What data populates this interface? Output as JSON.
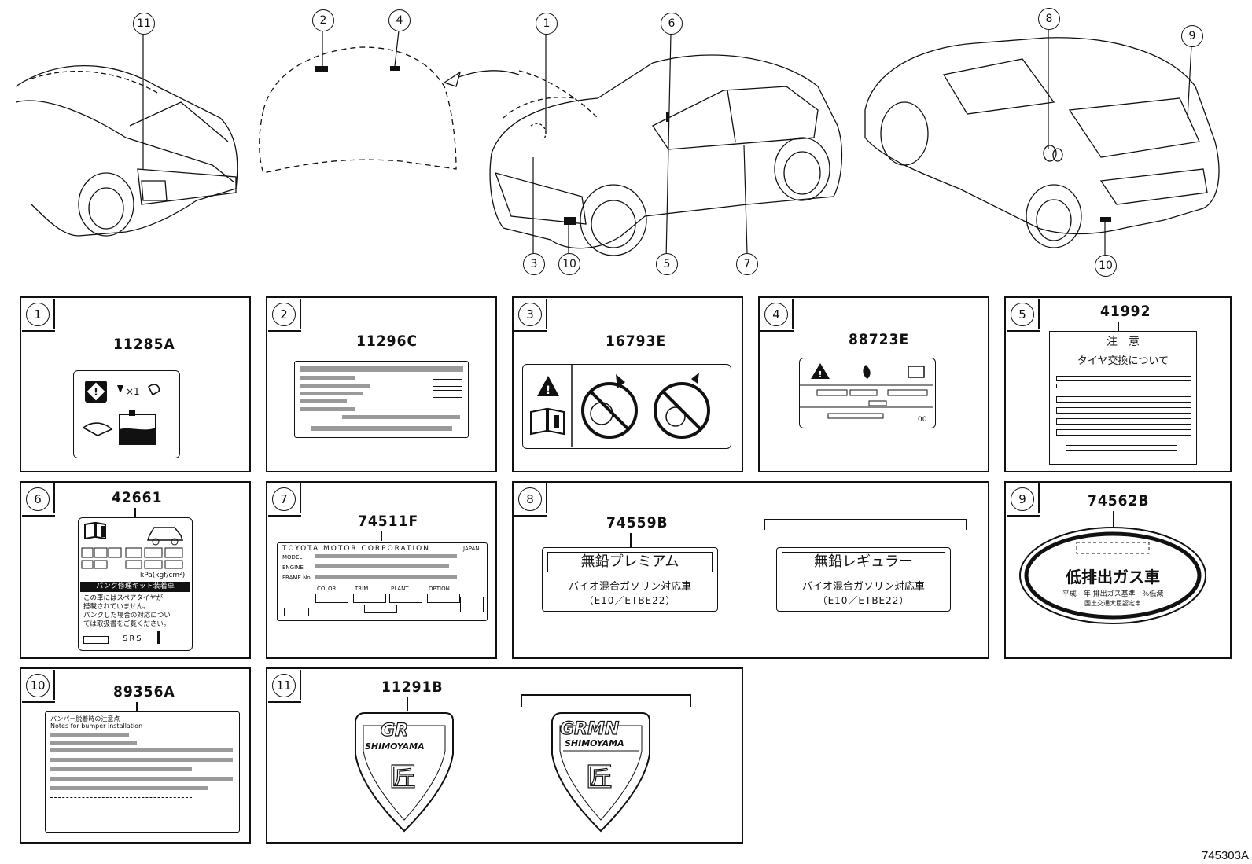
{
  "callouts_top": [
    "11",
    "2",
    "4",
    "1",
    "6",
    "3",
    "10",
    "5",
    "7",
    "8",
    "9",
    "10"
  ],
  "panels": {
    "p1": {
      "num": "1",
      "part": "11285A"
    },
    "p2": {
      "num": "2",
      "part": "11296C"
    },
    "p3": {
      "num": "3",
      "part": "16793E"
    },
    "p4": {
      "num": "4",
      "part": "88723E"
    },
    "p5": {
      "num": "5",
      "part": "41992",
      "title": "注　意",
      "subtitle": "タイヤ交換について"
    },
    "p6": {
      "num": "6",
      "part": "42661",
      "units": "kPa(kgf/cm²)",
      "banner": "パンク修理キット装着車",
      "text": "この車にはスペアタイヤが\n搭載されていません。\nパンクした場合の対応につい\nては取扱書をご覧ください。",
      "srs": "SRS"
    },
    "p7": {
      "num": "7",
      "part": "74511F",
      "maker": "TOYOTA MOTOR CORPORATION",
      "country": "JAPAN",
      "model": "MODEL",
      "engine": "ENGINE",
      "frame": "FRAME No.",
      "color": "COLOR",
      "trim": "TRIM",
      "plant": "PLANT",
      "option": "OPTION"
    },
    "p8": {
      "num": "8",
      "part": "74559B",
      "a_title": "無鉛プレミアム",
      "b_title": "無鉛レギュラー",
      "line1": "バイオ混合ガソリン対応車",
      "line2": "（E10／ETBE22）"
    },
    "p9": {
      "num": "9",
      "part": "74562B",
      "title": "低排出ガス車",
      "line1": "平成　年 排出ガス基準　%低減",
      "line2": "国土交通大臣認定車"
    },
    "p10": {
      "num": "10",
      "part": "89356A",
      "line1": "バンパー脱着時の注意点",
      "line2": "Notes for bumper installation"
    },
    "p11": {
      "num": "11",
      "part": "11291B",
      "badge_a_brand": "GR",
      "badge_b_brand": "GRMN",
      "shimoyama": "SHIMOYAMA",
      "takumi": "匠"
    }
  },
  "footer": "745303A"
}
